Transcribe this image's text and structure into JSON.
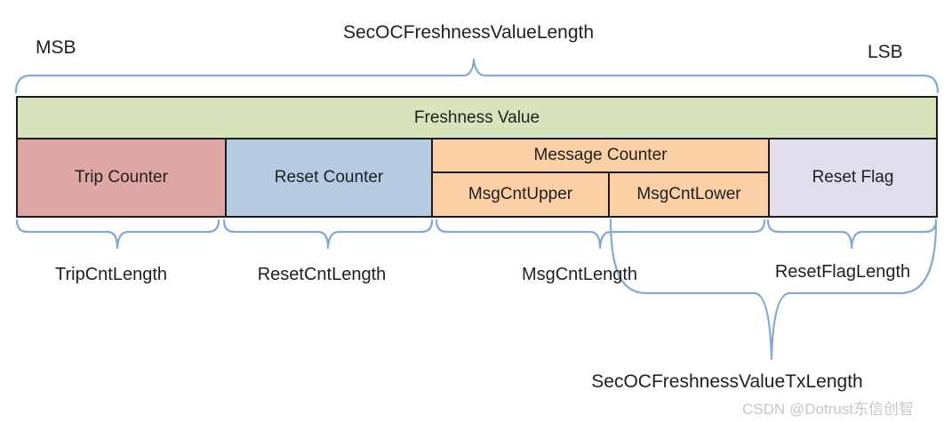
{
  "colors": {
    "freshness_green": "#d6e3bb",
    "trip_pink": "#dfa7a4",
    "reset_blue": "#b6cbe3",
    "msg_orange": "#fbd0a5",
    "flag_lavender": "#e1ddec",
    "brace_blue": "#84a9d4",
    "border_black": "#1c1c1c",
    "watermark_gray": "#c6c6c6"
  },
  "labels": {
    "msb": "MSB",
    "lsb": "LSB",
    "top_length": "SecOCFreshnessValueLength",
    "trip_length": "TripCntLength",
    "reset_length": "ResetCntLength",
    "msg_length": "MsgCntLength",
    "flag_length": "ResetFlagLength",
    "tx_length": "SecOCFreshnessValueTxLength"
  },
  "fields": {
    "freshness_value": "Freshness Value",
    "trip_counter": "Trip Counter",
    "reset_counter": "Reset Counter",
    "message_counter": "Message Counter",
    "msg_cnt_upper": "MsgCntUpper",
    "msg_cnt_lower": "MsgCntLower",
    "reset_flag": "Reset Flag"
  },
  "watermark": "CSDN @Dotrust东信创智"
}
